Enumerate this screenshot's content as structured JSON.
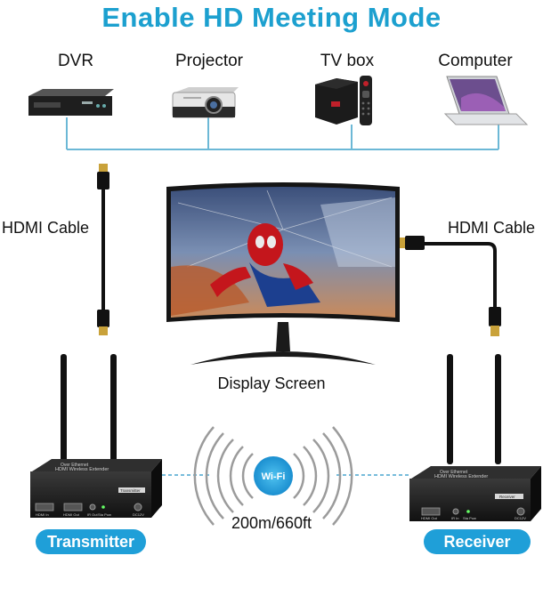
{
  "title": "Enable HD Meeting Mode",
  "sources": [
    {
      "label": "DVR",
      "icon": "dvr-icon"
    },
    {
      "label": "Projector",
      "icon": "projector-icon"
    },
    {
      "label": "TV box",
      "icon": "tv-box-icon"
    },
    {
      "label": "Computer",
      "icon": "laptop-icon"
    }
  ],
  "cables": {
    "left_label": "HDMI Cable",
    "right_label": "HDMI Cable"
  },
  "display": {
    "label": "Display Screen"
  },
  "wireless": {
    "badge": "Wi-Fi",
    "range": "200m/660ft"
  },
  "transmitter": {
    "label": "Transmitter",
    "device_line1": "Over Ethernet",
    "device_line2": "HDMI Wireless Extender",
    "badge": "Transmitter",
    "ports": [
      "HDMI In",
      "HDMI Out",
      "IR Out",
      "Sta Pow",
      "DC12V"
    ]
  },
  "receiver": {
    "label": "Receiver",
    "device_line1": "Over Ethernet",
    "device_line2": "HDMI Wireless Extender",
    "badge": "Receiver",
    "ports": [
      "HDMI Out",
      "IR In",
      "Sta Pow",
      "DC12V"
    ]
  },
  "colors": {
    "accent": "#1ca0cf",
    "pill": "#1f9fd8",
    "device": "#1c1c1c",
    "line": "#6cb8d6"
  }
}
